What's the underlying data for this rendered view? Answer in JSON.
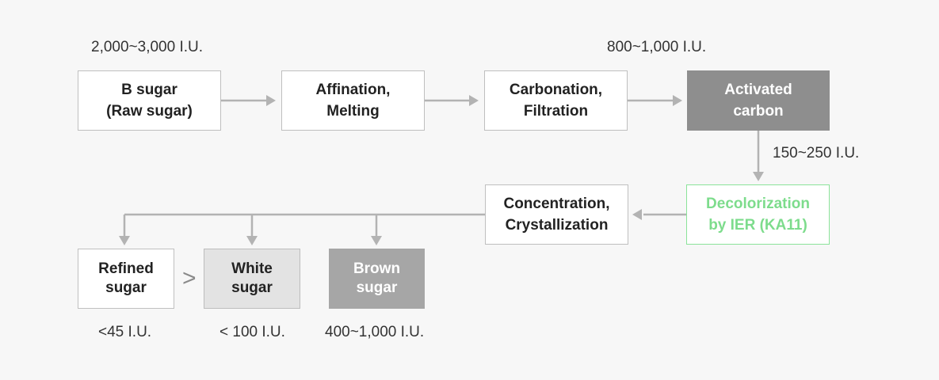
{
  "colors": {
    "connector": "#b3b3b3",
    "box_border": "#bfbfbf",
    "dark_box": "#8e8e8e",
    "mid_box": "#a6a6a6",
    "light_box": "#e3e3e3",
    "highlight_green": "#7ddc8c"
  },
  "nodes": {
    "b_sugar": "B sugar\n(Raw sugar)",
    "affination": "Affination,\nMelting",
    "carbonation": "Carbonation,\nFiltration",
    "activated_carbon": "Activated\ncarbon",
    "decolorization": "Decolorization\nby IER (KA11)",
    "concentration": "Concentration,\nCrystallization",
    "refined_sugar": "Refined\nsugar",
    "white_sugar": "White\nsugar",
    "brown_sugar": "Brown\nsugar"
  },
  "labels": {
    "raw_iu": "2,000~3,000 I.U.",
    "carbonation_iu": "800~1,000 I.U.",
    "carbon_iu": "150~250 I.U.",
    "refined_iu": "<45 I.U.",
    "white_iu": "< 100 I.U.",
    "brown_iu": "400~1,000 I.U."
  },
  "comparison_symbol": ">"
}
